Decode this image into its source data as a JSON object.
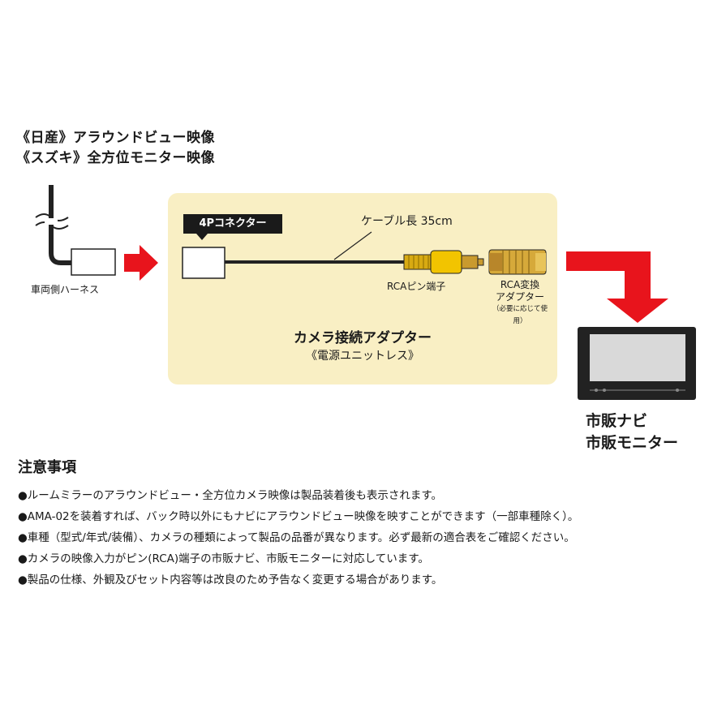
{
  "source": {
    "line1": "《日産》アラウンドビュー映像",
    "line2": "《スズキ》全方位モニター映像"
  },
  "harness": {
    "label": "車両側ハーネス"
  },
  "adapter_panel": {
    "connector_label": "4Pコネクター",
    "cable_length": "ケーブル長 35cm",
    "rca_pin_label": "RCAピン端子",
    "rca_adapter_label_1": "RCA変換",
    "rca_adapter_label_2": "アダプター",
    "rca_adapter_note": "（必要に応じて使用）",
    "product_name": "カメラ接続アダプター",
    "product_sub": "《電源ユニットレス》"
  },
  "monitor": {
    "label1": "市販ナビ",
    "label2": "市販モニター"
  },
  "notes": {
    "title": "注意事項",
    "items": [
      "●ルームミラーのアラウンドビュー・全方位カメラ映像は製品装着後も表示されます。",
      "●AMA-02を装着すれば、バック時以外にもナビにアラウンドビュー映像を映すことができます（一部車種除く）。",
      "●車種（型式/年式/装備）、カメラの種類によって製品の品番が異なります。必ず最新の適合表をご確認ください。",
      "●カメラの映像入力がピン(RCA)端子の市販ナビ、市販モニターに対応しています。",
      "●製品の仕様、外観及びセット内容等は改良のため予告なく変更する場合があります。"
    ]
  },
  "colors": {
    "arrow": "#e8141c",
    "panel": "#f9efc4",
    "rca_yellow": "#e6b800",
    "rca_gold": "#c89a2c"
  }
}
